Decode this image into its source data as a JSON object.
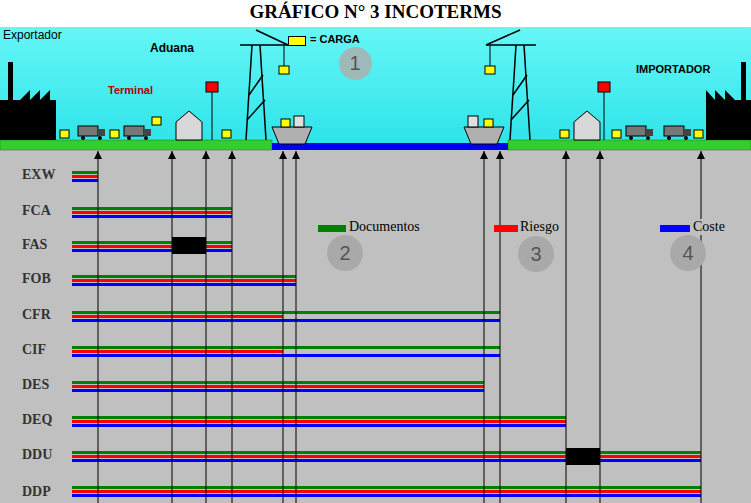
{
  "diagram": {
    "title": "GRÁFICO N° 3 INCOTERMS",
    "nodes": [
      {
        "text": [
          "1"
        ]
      },
      {
        "text": [
          "2"
        ]
      },
      {
        "text": [
          "3"
        ]
      },
      {
        "text": [
          "4"
        ]
      }
    ],
    "labels": [
      "Exportador",
      "Aduana",
      "Terminal",
      "IMPORTADOR",
      "EXW",
      "FCA",
      "FAS",
      "FOB",
      "CFR",
      "CIF",
      "DES",
      "DEQ",
      "DDU",
      "DDP"
    ],
    "legend": [
      {
        "text": "= CARGA",
        "color": "#ffff00"
      },
      {
        "text": "Documentos",
        "color": "#008000"
      },
      {
        "text": "Riesgo",
        "color": "#ff0000"
      },
      {
        "text": "Coste",
        "color": "#0000ff"
      }
    ]
  }
}
